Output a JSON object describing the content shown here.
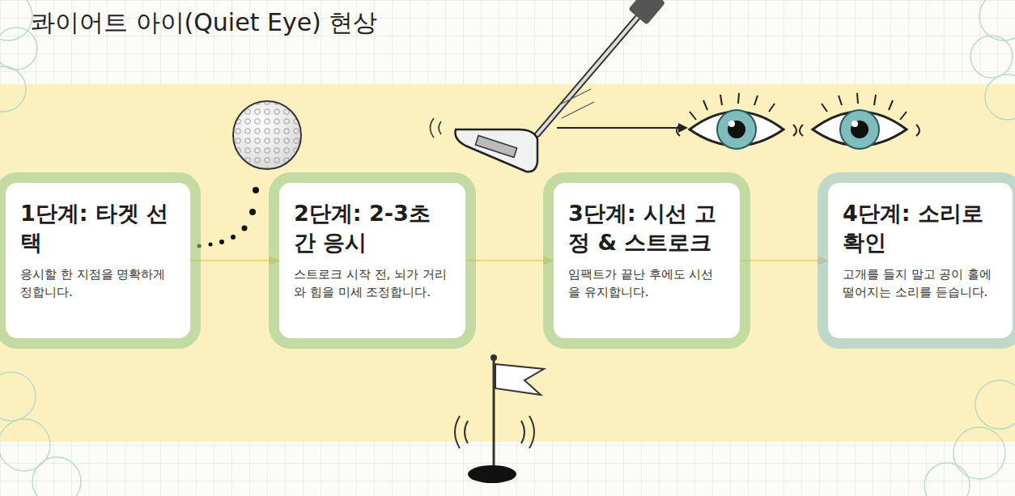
{
  "diagram": {
    "title": "콰이어트 아이(Quiet Eye) 현상",
    "nodes": [
      {
        "text": [
          "1단계: 타겟 선택",
          "응시할 한 지점을 명확하게 정합니다."
        ]
      },
      {
        "text": [
          "2단계: 2-3초간 응시",
          "스트로크 시작 전, 뇌가 거리와 힘을 미세 조정합니다."
        ]
      },
      {
        "text": [
          "3단계: 시선 고정 & 스트로크",
          "임팩트가 끝난 후에도 시선을 유지합니다."
        ]
      },
      {
        "text": [
          "4단계: 소리로 확인",
          "고개를 들지 말고 공이 홀에 떨어지는 소리를 듣습니다."
        ]
      }
    ],
    "edges": [
      {
        "from": 0,
        "to": 1,
        "arrow": "to"
      },
      {
        "from": 1,
        "to": 2,
        "arrow": "to"
      },
      {
        "from": 2,
        "to": 3,
        "arrow": "to"
      }
    ]
  }
}
